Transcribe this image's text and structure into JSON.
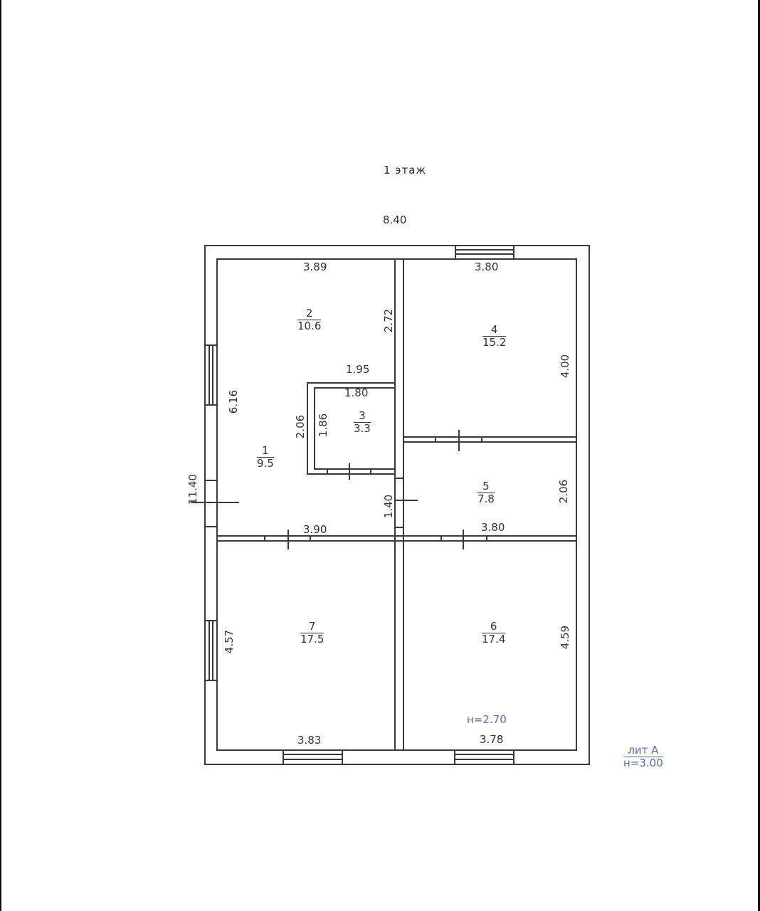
{
  "plan": {
    "title": "1 этаж",
    "overall_width": "8.40",
    "overall_length": "11.40",
    "room_height": "н=2.70",
    "building_label": "лит А",
    "building_height": "н=3.00"
  },
  "rooms": [
    {
      "number": "1",
      "area": "9.5",
      "dims": [
        "6.16",
        "2.06"
      ]
    },
    {
      "number": "2",
      "area": "10.6",
      "dims": [
        "3.89",
        "2.72",
        "1.95"
      ]
    },
    {
      "number": "3",
      "area": "3.3",
      "dims": [
        "1.80",
        "1.86"
      ]
    },
    {
      "number": "4",
      "area": "15.2",
      "dims": [
        "3.80",
        "4.00"
      ]
    },
    {
      "number": "5",
      "area": "7.8",
      "dims": [
        "2.06",
        "3.80",
        "1.40"
      ]
    },
    {
      "number": "6",
      "area": "17.4",
      "dims": [
        "4.59",
        "3.78"
      ]
    },
    {
      "number": "7",
      "area": "17.5",
      "dims": [
        "4.57",
        "3.83",
        "3.90"
      ]
    }
  ],
  "colors": {
    "line": "#333333",
    "annotation_blue": "#5b6f9e"
  }
}
